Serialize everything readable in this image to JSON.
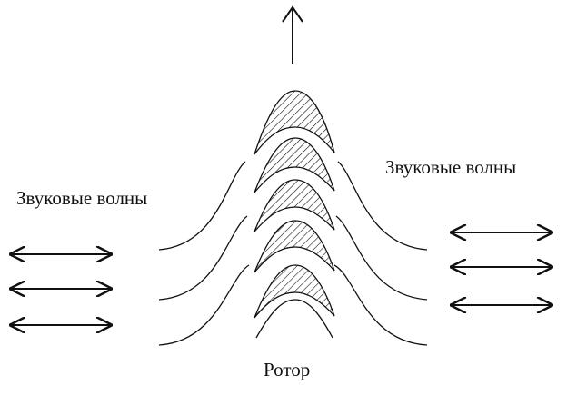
{
  "labels": {
    "sound_waves_left": "Звуковые волны",
    "sound_waves_right": "Звуковые волны",
    "rotor": "Ротор"
  },
  "colors": {
    "stroke": "#111111",
    "background": "#ffffff"
  },
  "icons": {
    "up_arrow": "up-arrow-icon",
    "double_arrow": "double-arrow-icon"
  }
}
